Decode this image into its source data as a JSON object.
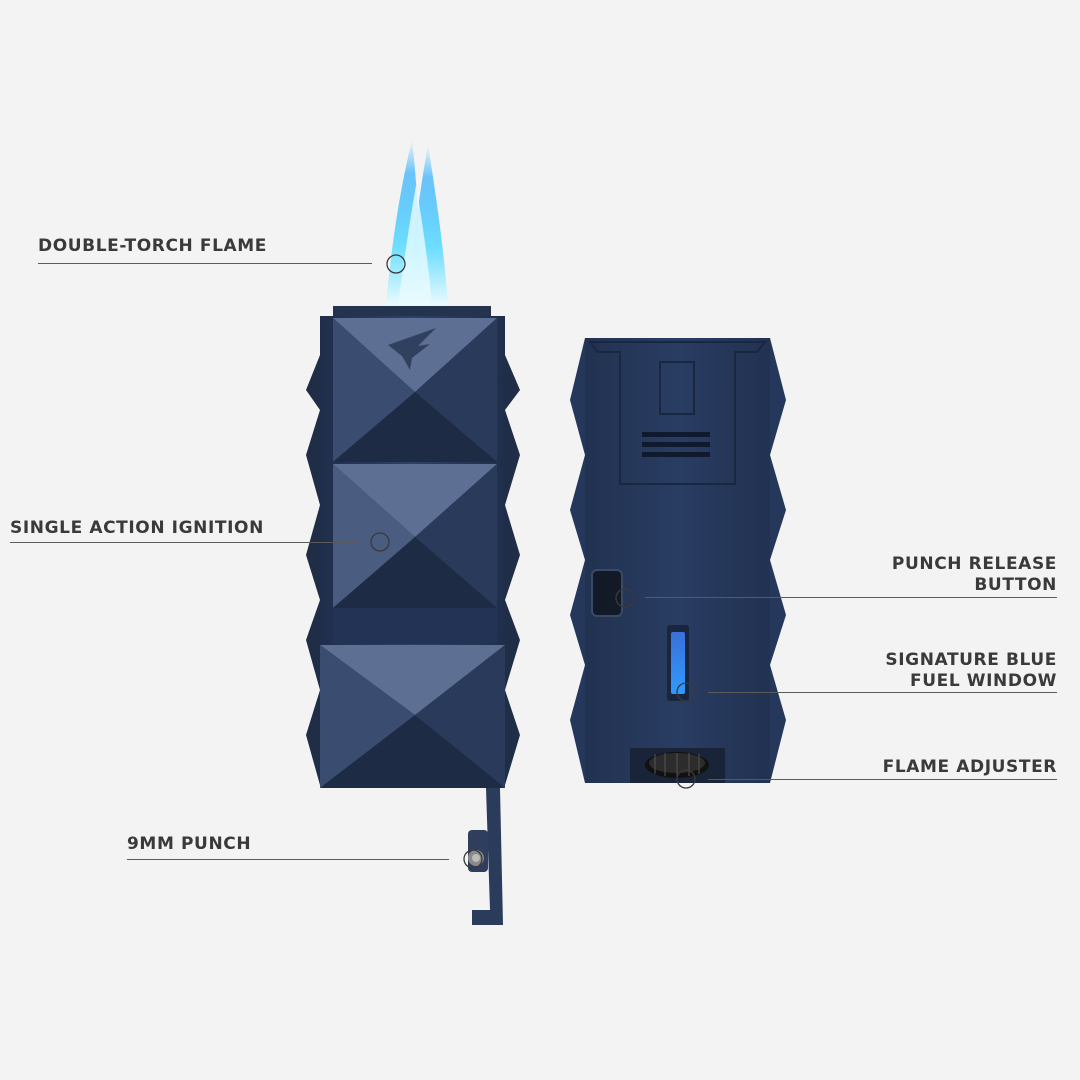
{
  "callouts": {
    "flame": "DOUBLE-TORCH FLAME",
    "ignition": "SINGLE ACTION IGNITION",
    "punch": "9MM PUNCH",
    "release_line1": "PUNCH RELEASE",
    "release_line2": "BUTTON",
    "fuel_line1": "SIGNATURE BLUE",
    "fuel_line2": "FUEL WINDOW",
    "adjuster": "FLAME ADJUSTER"
  },
  "colors": {
    "background": "#f3f3f3",
    "body_navy": "#27395a",
    "facet_light": "#5f7194",
    "facet_dark": "#1e2b45",
    "flame": "#2fc9ff",
    "fuel_window": "#2f8cff",
    "callout_line": "#5a5a5a",
    "label_text": "#3a3a3a"
  },
  "icons": {
    "logo": "hummingbird-logo-icon",
    "marker": "callout-circle-icon"
  }
}
